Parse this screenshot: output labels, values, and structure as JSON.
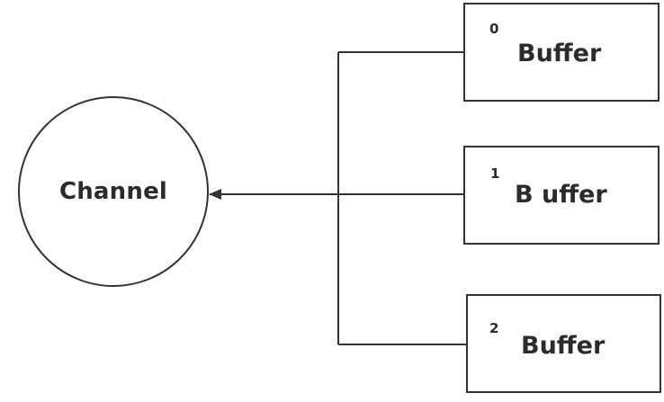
{
  "diagram": {
    "channel": {
      "label": "Channel"
    },
    "buffers": [
      {
        "index": "0",
        "label": "Buffer"
      },
      {
        "index": "1",
        "label": "B uffer"
      },
      {
        "index": "2",
        "label": "Buffer"
      }
    ]
  },
  "colors": {
    "stroke": "#333333",
    "text": "#2b2b2b",
    "background": "#ffffff"
  }
}
